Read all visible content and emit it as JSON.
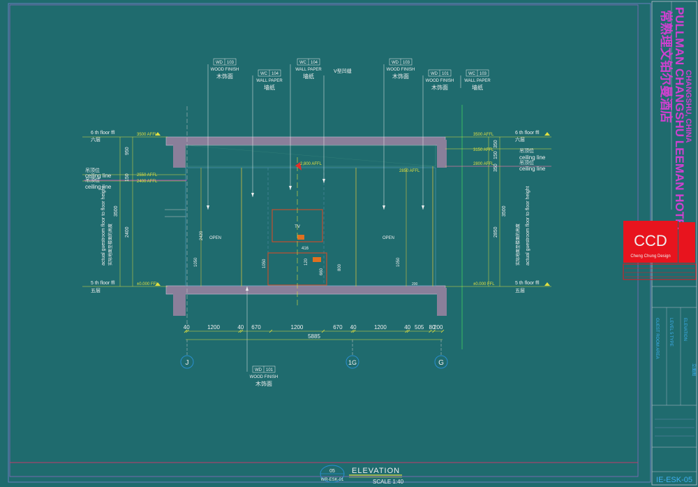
{
  "title_block": {
    "project_cn": "常熟理文铂尔曼酒店",
    "project_en": "PULLMAN CHANGSHU LEEMAN HOTEL",
    "location": "CHANGSHU, CHINA",
    "logo": "CCD",
    "logo_sub": "Cheng Chung Design",
    "sheet_no": "IE-ESK-05"
  },
  "drawing": {
    "title": "ELEVATION",
    "scale": "SCALE 1:40",
    "ref_no": "05",
    "ref_sheet": "WR-ESK-01"
  },
  "levels": {
    "left": [
      {
        "floor": "6 th floor ffl",
        "floor_cn": "六层",
        "value": "3500 AFFL"
      },
      {
        "ceiling": "吊顶位",
        "ceiling_en": "ceiling line",
        "value": "2550 AFFL"
      },
      {
        "ceiling": "吊顶位",
        "ceiling_en": "ceiling line",
        "value": "2400 AFFL"
      },
      {
        "floor": "5 th floor ffl",
        "floor_cn": "五层",
        "value": "±0.000 FFL"
      }
    ],
    "right": [
      {
        "floor": "6 th floor ffl",
        "floor_cn": "六层",
        "value": "3500 AFFL"
      },
      {
        "ceiling": "吊顶位",
        "ceiling_en": "ceiling line",
        "value": "3150 AFFL"
      },
      {
        "ceiling": "吊顶位",
        "ceiling_en": "ceiling line",
        "value": "2800 AFFL"
      },
      {
        "floor": "5 th floor ffl",
        "floor_cn": "五层",
        "value": "±0.000 FFL"
      }
    ],
    "center_ceiling": "2,800 AFFL",
    "right_inner": "2850 AFFL"
  },
  "vertical_dims": {
    "left": [
      "950",
      "150",
      "3500",
      "2400"
    ],
    "right": [
      "350",
      "150",
      "350",
      "3500",
      "2850"
    ],
    "left_label": "actual guestroom floor to floor height",
    "left_label_cn": "实际地面至楼面的高度",
    "right_label": "actual guestroom floor to floor height",
    "right_label_cn": "实际地面至楼面的高度"
  },
  "callouts": [
    {
      "code": "WD",
      "num": "103",
      "name": "WOOD FINISH",
      "cn": "木饰面"
    },
    {
      "code": "WC",
      "num": "104",
      "name": "WALL PAPER",
      "cn": "墙纸"
    },
    {
      "code": "WC",
      "num": "104",
      "name": "WALL PAPER",
      "cn": "墙纸",
      "extra": "V型凹缝"
    },
    {
      "code": "WD",
      "num": "103",
      "name": "WOOD FINISH",
      "cn": "木饰面"
    },
    {
      "code": "WD",
      "num": "101",
      "name": "WOOD FINISH",
      "cn": "木饰面"
    },
    {
      "code": "WC",
      "num": "103",
      "name": "WALL PAPER",
      "cn": "墙纸"
    },
    {
      "code": "WD",
      "num": "101",
      "name": "WOOD FINISH",
      "cn": "木饰面"
    }
  ],
  "horizontal_dims": {
    "segments": [
      "40",
      "1200",
      "40",
      "670",
      "1200",
      "670",
      "40",
      "1200",
      "40",
      "505",
      "80",
      "200"
    ],
    "total": "5885"
  },
  "grid_labels": [
    "J",
    "1G",
    "G"
  ],
  "inner_marks": {
    "tv": "TV",
    "open_left": "OPEN",
    "open_right": "OPEN",
    "d1": "2420",
    "d2": "1050",
    "d3": "1050",
    "d4": "416",
    "d5": "120",
    "d6": "800",
    "d7": "660",
    "d8": "1050",
    "d9": "200"
  }
}
